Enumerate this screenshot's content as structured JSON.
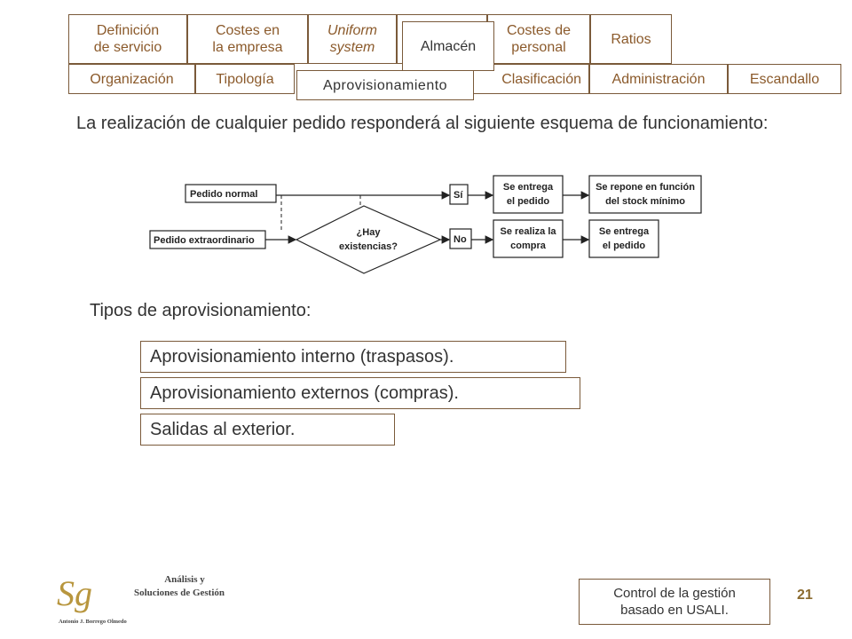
{
  "nav": {
    "top_tabs": [
      {
        "label": "Definición\nde  servicio",
        "italic": false
      },
      {
        "label": "Costes en\nla empresa",
        "italic": false
      },
      {
        "label": "Uniform\nsystem",
        "italic": true
      },
      {
        "label": "Almacén",
        "italic": false,
        "active": true
      },
      {
        "label": "Costes de\npersonal",
        "italic": false
      },
      {
        "label": "Ratios",
        "italic": false
      }
    ],
    "sub_tabs": [
      {
        "label": "Organización"
      },
      {
        "label": "Tipología"
      },
      {
        "label": "Aprovisionamiento",
        "active": true
      },
      {
        "label": "Clasificación"
      },
      {
        "label": "Administración"
      },
      {
        "label": "Escandallo"
      }
    ]
  },
  "content": {
    "sentence": "La realización de cualquier pedido responderá al siguiente esquema de funcionamiento:",
    "types_title": "Tipos de aprovisionamiento:",
    "types": [
      "Aprovisionamiento  interno (traspasos).",
      "Aprovisionamiento  externos (compras).",
      "Salidas al exterior."
    ]
  },
  "flow": {
    "pedido_normal": "Pedido normal",
    "pedido_extra": "Pedido extraordinario",
    "decision": [
      "¿Hay",
      "existencias?"
    ],
    "si": "Sí",
    "no": "No",
    "entrega_1": [
      "Se entrega",
      "el pedido"
    ],
    "repone": [
      "Se repone en función",
      "del stock mínimo"
    ],
    "compra": [
      "Se realiza la",
      "compra"
    ],
    "entrega_2": [
      "Se entrega",
      "el pedido"
    ]
  },
  "footer": {
    "box": "Control de la gestión\nbasado en USALI.",
    "page": "21",
    "logo_mark": "Sg",
    "logo_title": [
      "Análisis y",
      "Soluciones de Gestión"
    ],
    "logo_author": "Antonio J. Borrego Olmedo"
  },
  "colors": {
    "accent": "#8b5a2b",
    "border": "#7a5a3a",
    "logo_gold": "#b8963e"
  }
}
